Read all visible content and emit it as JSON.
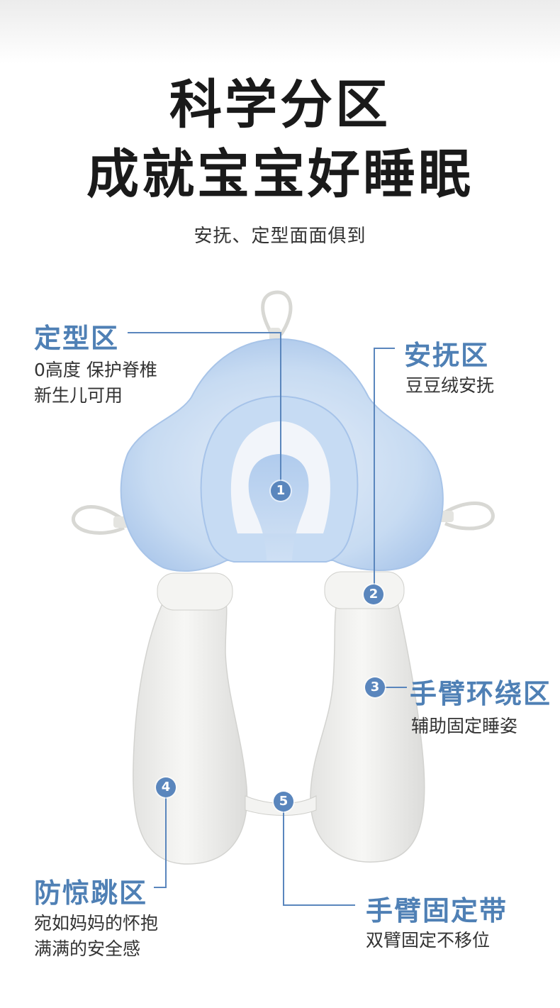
{
  "header": {
    "title_line1": "科学分区",
    "title_line2": "成就宝宝好睡眠",
    "subtitle": "安抚、定型面面俱到"
  },
  "zones": [
    {
      "number": "1",
      "title": "定型区",
      "desc": [
        "0高度 保护脊椎",
        "新生儿可用"
      ]
    },
    {
      "number": "2",
      "title": "安抚区",
      "desc": [
        "豆豆绒安抚"
      ]
    },
    {
      "number": "3",
      "title": "手臂环绕区",
      "desc": [
        "辅助固定睡姿"
      ]
    },
    {
      "number": "4",
      "title": "防惊跳区",
      "desc": [
        "宛如妈妈的怀抱",
        "满满的安全感"
      ]
    },
    {
      "number": "5",
      "title": "手臂固定带",
      "desc": [
        "双臂固定不移位"
      ]
    }
  ],
  "colors": {
    "accent": "#5a86bd",
    "title_text": "#1a1a1a",
    "zone_title": "#4f80b5",
    "pillow_blue": "#bcd4f0",
    "pillow_white": "#f1f1ef"
  }
}
